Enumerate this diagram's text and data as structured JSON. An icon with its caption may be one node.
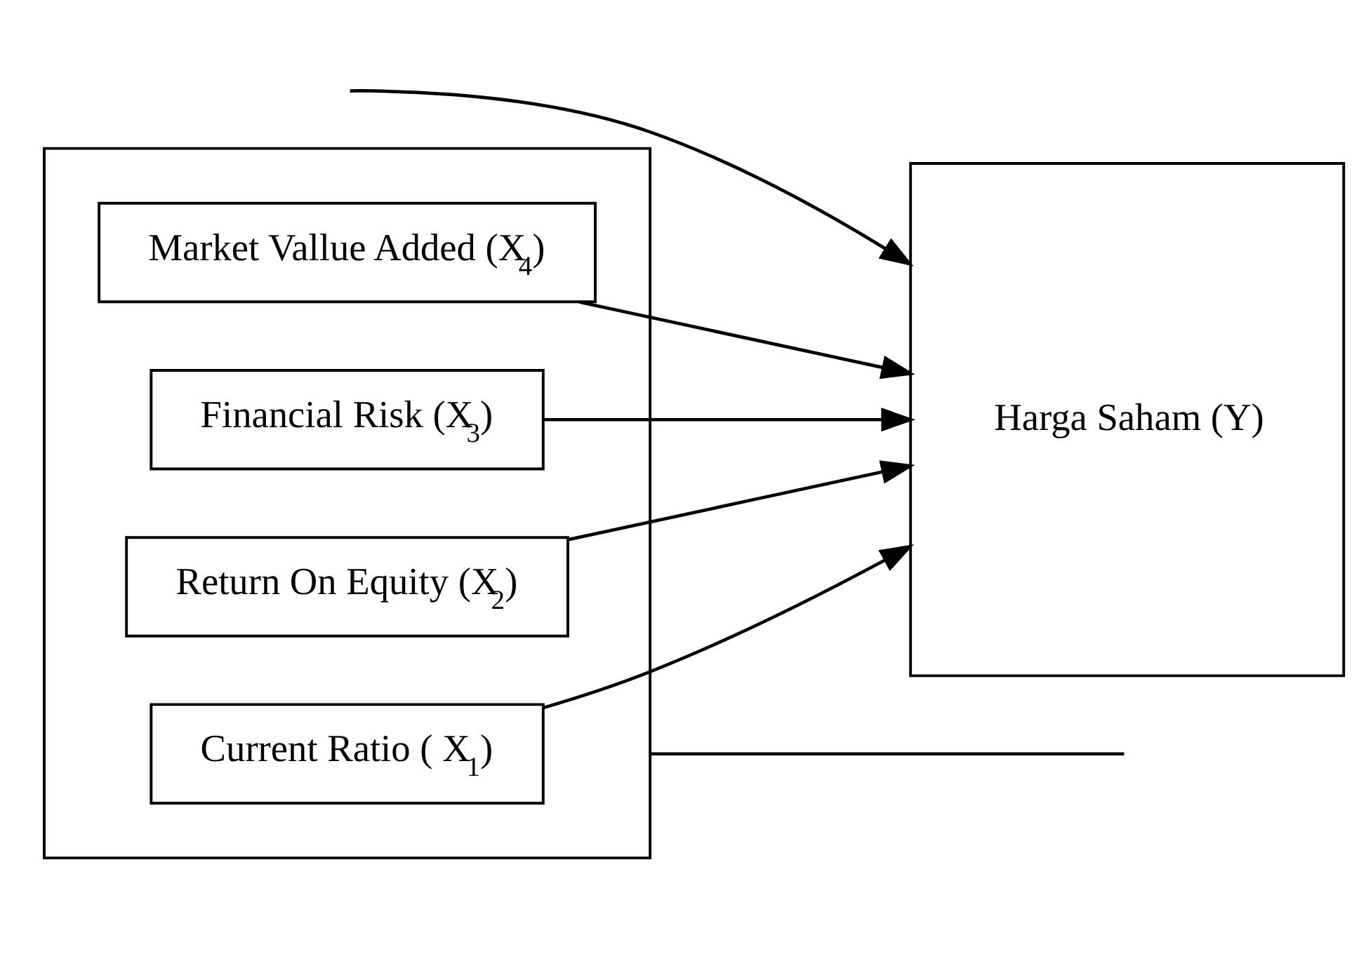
{
  "diagram": {
    "nodes": [
      {
        "text": [],
        "shape": "box"
      },
      {
        "text": [
          "Current Ratio ( X$_{1}$)"
        ],
        "in": 0
      },
      {
        "text": [
          "Return On Equity (X$_{2}$)"
        ],
        "in": 0
      },
      {
        "text": [
          "Financial Risk (X$_{3}$)"
        ],
        "in": 0
      },
      {
        "text": [
          "Market Vallue Added (X$_{4}$)"
        ],
        "in": 0
      },
      {
        "text": [
          "Harga Saham (Y)"
        ]
      }
    ],
    "edges": [
      {
        "from": 1,
        "to": 5,
        "arrow": "to"
      },
      {
        "from": 2,
        "to": 5,
        "arrow": "to"
      },
      {
        "from": 3,
        "to": 5,
        "arrow": "to"
      },
      {
        "from": 4,
        "to": 5,
        "arrow": "to"
      },
      {
        "from": 0,
        "to": null,
        "arrow": "none"
      },
      {
        "from": null,
        "to": 5,
        "arrow": "to"
      }
    ]
  }
}
